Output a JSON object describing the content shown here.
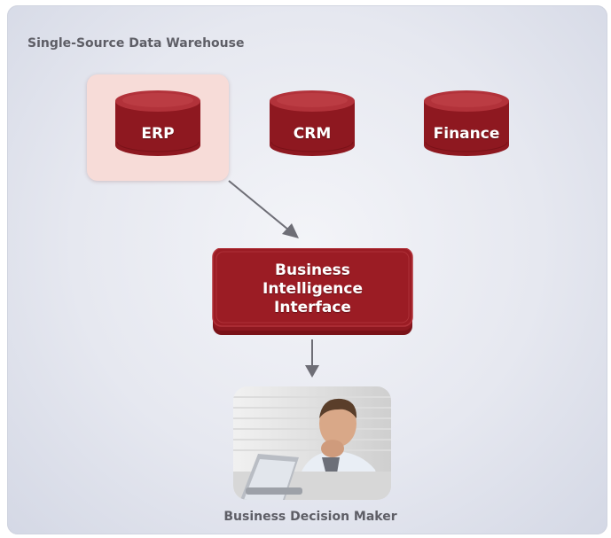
{
  "diagram": {
    "title": "Single-Source Data Warehouse",
    "databases": [
      {
        "label": "ERP",
        "highlighted": true
      },
      {
        "label": "CRM",
        "highlighted": false
      },
      {
        "label": "Finance",
        "highlighted": false
      }
    ],
    "interface": {
      "lines": [
        "Business",
        "Intelligence",
        "Interface"
      ]
    },
    "caption": "Business Decision Maker",
    "colors": {
      "accent": "#9b1c24",
      "highlight": "#f7dcd8",
      "background": "#e6e8f0",
      "text": "#5e5e66",
      "arrow": "#6e6e76"
    }
  }
}
